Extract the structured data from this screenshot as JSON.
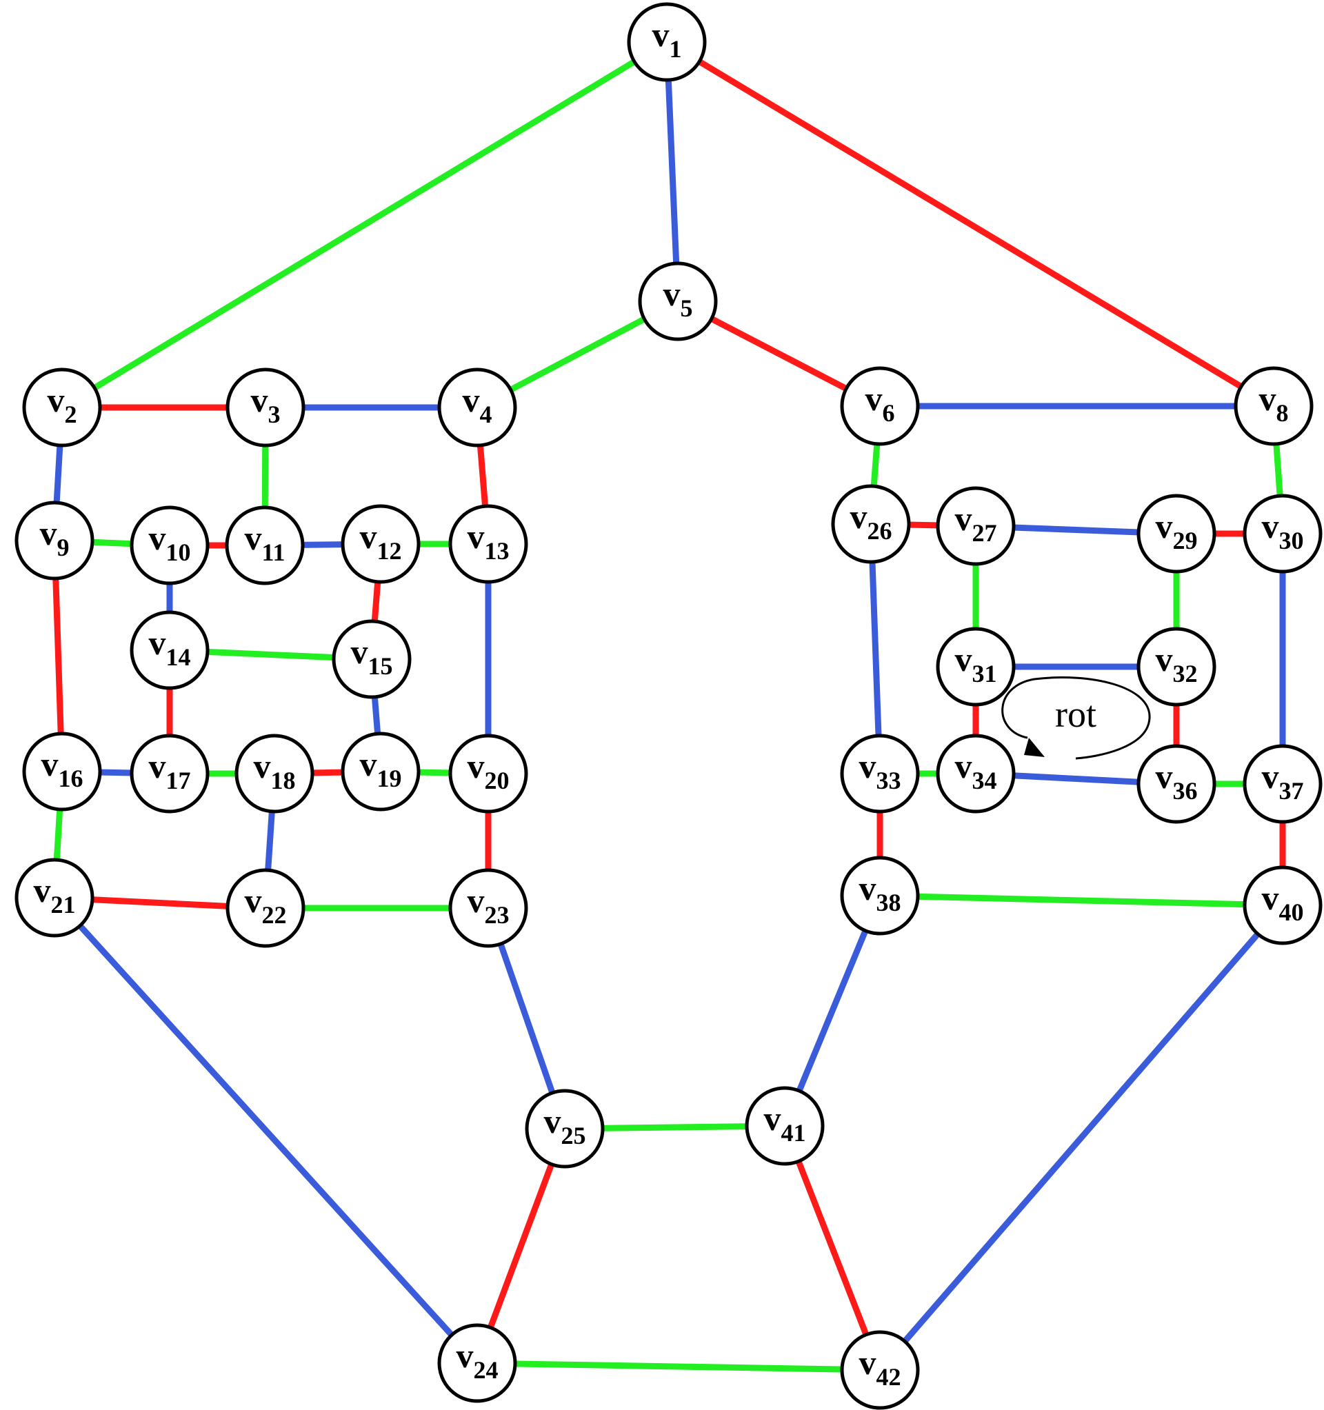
{
  "colors": {
    "red": "#ff1a1a",
    "green": "#22ee22",
    "blue": "#3a5cdb",
    "node_stroke": "#000000",
    "node_fill": "#ffffff"
  },
  "vertices": [
    {
      "id": "v1",
      "sub": "1"
    },
    {
      "id": "v2",
      "sub": "2"
    },
    {
      "id": "v3",
      "sub": "3"
    },
    {
      "id": "v4",
      "sub": "4"
    },
    {
      "id": "v5",
      "sub": "5"
    },
    {
      "id": "v6",
      "sub": "6"
    },
    {
      "id": "v8",
      "sub": "8"
    },
    {
      "id": "v9",
      "sub": "9"
    },
    {
      "id": "v10",
      "sub": "10"
    },
    {
      "id": "v11",
      "sub": "11"
    },
    {
      "id": "v12",
      "sub": "12"
    },
    {
      "id": "v13",
      "sub": "13"
    },
    {
      "id": "v14",
      "sub": "14"
    },
    {
      "id": "v15",
      "sub": "15"
    },
    {
      "id": "v16",
      "sub": "16"
    },
    {
      "id": "v17",
      "sub": "17"
    },
    {
      "id": "v18",
      "sub": "18"
    },
    {
      "id": "v19",
      "sub": "19"
    },
    {
      "id": "v20",
      "sub": "20"
    },
    {
      "id": "v21",
      "sub": "21"
    },
    {
      "id": "v22",
      "sub": "22"
    },
    {
      "id": "v23",
      "sub": "23"
    },
    {
      "id": "v24",
      "sub": "24"
    },
    {
      "id": "v25",
      "sub": "25"
    },
    {
      "id": "v26",
      "sub": "26"
    },
    {
      "id": "v27",
      "sub": "27"
    },
    {
      "id": "v29",
      "sub": "29"
    },
    {
      "id": "v30",
      "sub": "30"
    },
    {
      "id": "v31",
      "sub": "31"
    },
    {
      "id": "v32",
      "sub": "32"
    },
    {
      "id": "v33",
      "sub": "33"
    },
    {
      "id": "v34",
      "sub": "34"
    },
    {
      "id": "v36",
      "sub": "36"
    },
    {
      "id": "v37",
      "sub": "37"
    },
    {
      "id": "v38",
      "sub": "38"
    },
    {
      "id": "v40",
      "sub": "40"
    },
    {
      "id": "v41",
      "sub": "41"
    },
    {
      "id": "v42",
      "sub": "42"
    }
  ],
  "edges": [
    {
      "a": "v1",
      "b": "v2",
      "color": "green"
    },
    {
      "a": "v1",
      "b": "v5",
      "color": "blue"
    },
    {
      "a": "v1",
      "b": "v8",
      "color": "red"
    },
    {
      "a": "v5",
      "b": "v4",
      "color": "green"
    },
    {
      "a": "v5",
      "b": "v6",
      "color": "red"
    },
    {
      "a": "v2",
      "b": "v3",
      "color": "red"
    },
    {
      "a": "v3",
      "b": "v4",
      "color": "blue"
    },
    {
      "a": "v2",
      "b": "v9",
      "color": "blue"
    },
    {
      "a": "v3",
      "b": "v11",
      "color": "green"
    },
    {
      "a": "v4",
      "b": "v13",
      "color": "red"
    },
    {
      "a": "v9",
      "b": "v10",
      "color": "green"
    },
    {
      "a": "v10",
      "b": "v11",
      "color": "red"
    },
    {
      "a": "v11",
      "b": "v12",
      "color": "blue"
    },
    {
      "a": "v12",
      "b": "v13",
      "color": "green"
    },
    {
      "a": "v10",
      "b": "v14",
      "color": "blue"
    },
    {
      "a": "v12",
      "b": "v15",
      "color": "red"
    },
    {
      "a": "v14",
      "b": "v15",
      "color": "green"
    },
    {
      "a": "v14",
      "b": "v17",
      "color": "red"
    },
    {
      "a": "v15",
      "b": "v19",
      "color": "blue"
    },
    {
      "a": "v9",
      "b": "v16",
      "color": "red"
    },
    {
      "a": "v13",
      "b": "v20",
      "color": "blue"
    },
    {
      "a": "v16",
      "b": "v17",
      "color": "blue"
    },
    {
      "a": "v17",
      "b": "v18",
      "color": "green"
    },
    {
      "a": "v18",
      "b": "v19",
      "color": "red"
    },
    {
      "a": "v19",
      "b": "v20",
      "color": "green"
    },
    {
      "a": "v16",
      "b": "v21",
      "color": "green"
    },
    {
      "a": "v18",
      "b": "v22",
      "color": "blue"
    },
    {
      "a": "v20",
      "b": "v23",
      "color": "red"
    },
    {
      "a": "v21",
      "b": "v22",
      "color": "red"
    },
    {
      "a": "v22",
      "b": "v23",
      "color": "green"
    },
    {
      "a": "v21",
      "b": "v24",
      "color": "blue"
    },
    {
      "a": "v23",
      "b": "v25",
      "color": "blue"
    },
    {
      "a": "v25",
      "b": "v41",
      "color": "green"
    },
    {
      "a": "v25",
      "b": "v24",
      "color": "red"
    },
    {
      "a": "v24",
      "b": "v42",
      "color": "green"
    },
    {
      "a": "v41",
      "b": "v42",
      "color": "red"
    },
    {
      "a": "v41",
      "b": "v38",
      "color": "blue"
    },
    {
      "a": "v42",
      "b": "v40",
      "color": "blue"
    },
    {
      "a": "v6",
      "b": "v8",
      "color": "blue"
    },
    {
      "a": "v6",
      "b": "v26",
      "color": "green"
    },
    {
      "a": "v8",
      "b": "v30",
      "color": "green"
    },
    {
      "a": "v26",
      "b": "v27",
      "color": "red"
    },
    {
      "a": "v27",
      "b": "v29",
      "color": "blue"
    },
    {
      "a": "v29",
      "b": "v30",
      "color": "red"
    },
    {
      "a": "v27",
      "b": "v31",
      "color": "green"
    },
    {
      "a": "v29",
      "b": "v32",
      "color": "green"
    },
    {
      "a": "v31",
      "b": "v32",
      "color": "blue"
    },
    {
      "a": "v31",
      "b": "v34",
      "color": "red"
    },
    {
      "a": "v32",
      "b": "v36",
      "color": "red"
    },
    {
      "a": "v34",
      "b": "v36",
      "color": "blue"
    },
    {
      "a": "v26",
      "b": "v33",
      "color": "blue"
    },
    {
      "a": "v30",
      "b": "v37",
      "color": "blue"
    },
    {
      "a": "v33",
      "b": "v34",
      "color": "green"
    },
    {
      "a": "v36",
      "b": "v37",
      "color": "green"
    },
    {
      "a": "v33",
      "b": "v38",
      "color": "red"
    },
    {
      "a": "v37",
      "b": "v40",
      "color": "red"
    },
    {
      "a": "v38",
      "b": "v40",
      "color": "green"
    }
  ],
  "rotation_label": "rot"
}
